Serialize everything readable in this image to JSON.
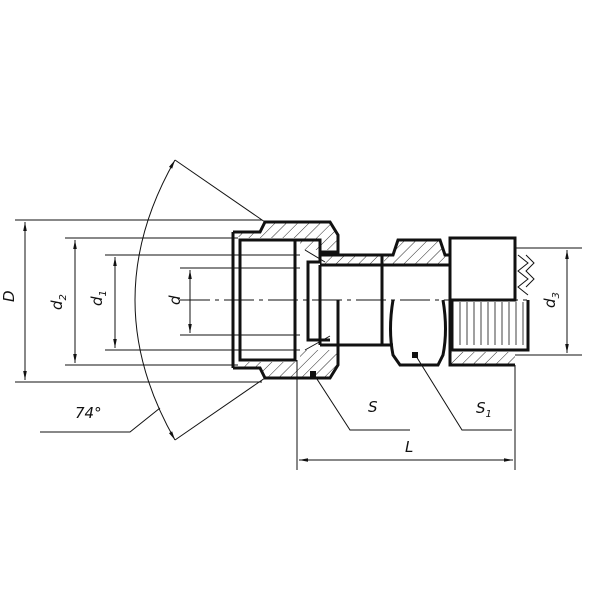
{
  "labels": {
    "D": "D",
    "d2_main": "d",
    "d2_sub": "2",
    "d1_main": "d",
    "d1_sub": "1",
    "d": "d",
    "d3_main": "d",
    "d3_sub": "3",
    "angle": "74°",
    "S": "S",
    "S1_main": "S",
    "S1_sub": "1",
    "L": "L"
  }
}
